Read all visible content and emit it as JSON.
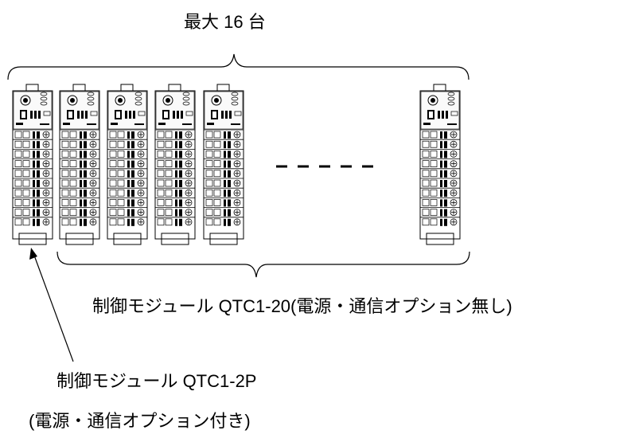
{
  "labels": {
    "max_units": "最大 16 台",
    "module_qtc1_20": "制御モジュール QTC1-20(電源・通信オプション無し)",
    "module_qtc1_2p_line1": "制御モジュール QTC1-2P",
    "module_qtc1_2p_line2": "(電源・通信オプション付き)"
  },
  "modules_shown": 6,
  "ellipsis": "- - - - -"
}
